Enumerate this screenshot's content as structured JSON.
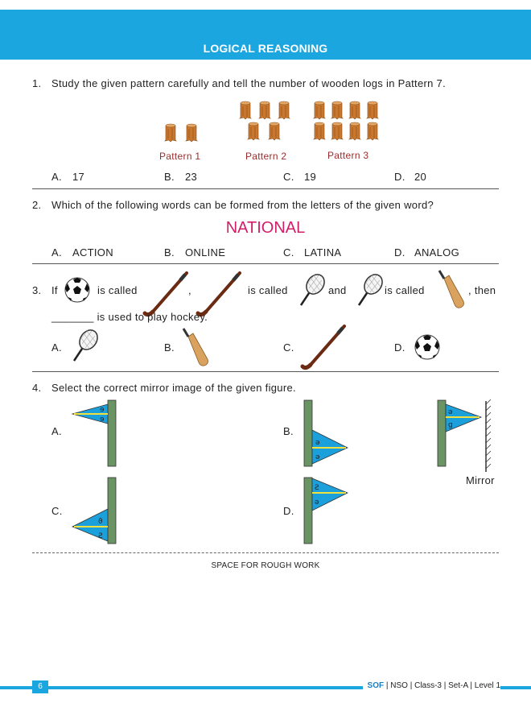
{
  "header": {
    "title": "LOGICAL REASONING"
  },
  "q1": {
    "number": "1.",
    "text": "Study the given pattern carefully and tell the number of wooden logs in Pattern 7.",
    "captions": [
      "Pattern 1",
      "Pattern 2",
      "Pattern 3"
    ],
    "options": [
      {
        "letter": "A.",
        "value": "17"
      },
      {
        "letter": "B.",
        "value": "23"
      },
      {
        "letter": "C.",
        "value": "19"
      },
      {
        "letter": "D.",
        "value": "20"
      }
    ]
  },
  "q2": {
    "number": "2.",
    "text": "Which of the following words can be formed from the letters of the given word?",
    "word": "NATIONAL",
    "options": [
      {
        "letter": "A.",
        "value": "ACTION"
      },
      {
        "letter": "B.",
        "value": "ONLINE"
      },
      {
        "letter": "C.",
        "value": "LATINA"
      },
      {
        "letter": "D.",
        "value": "ANALOG"
      }
    ]
  },
  "q3": {
    "number": "3.",
    "if": "If",
    "is_called_1": "is called",
    "comma": ",",
    "is_called_2": "is called",
    "and": "and",
    "is_called_3": "is called",
    "then": ", then",
    "line2": "_______ is used to play hockey.",
    "options": [
      "A.",
      "B.",
      "C.",
      "D."
    ]
  },
  "q4": {
    "number": "4.",
    "text": "Select the correct mirror image of the given figure.",
    "options": [
      "A.",
      "B.",
      "C.",
      "D."
    ],
    "mirror_label": "Mirror"
  },
  "rough_work": "SPACE FOR ROUGH WORK",
  "footer": {
    "page": "6",
    "brand": "SOF",
    "text": "| NSO | Class-3 | Set-A | Level 1"
  }
}
